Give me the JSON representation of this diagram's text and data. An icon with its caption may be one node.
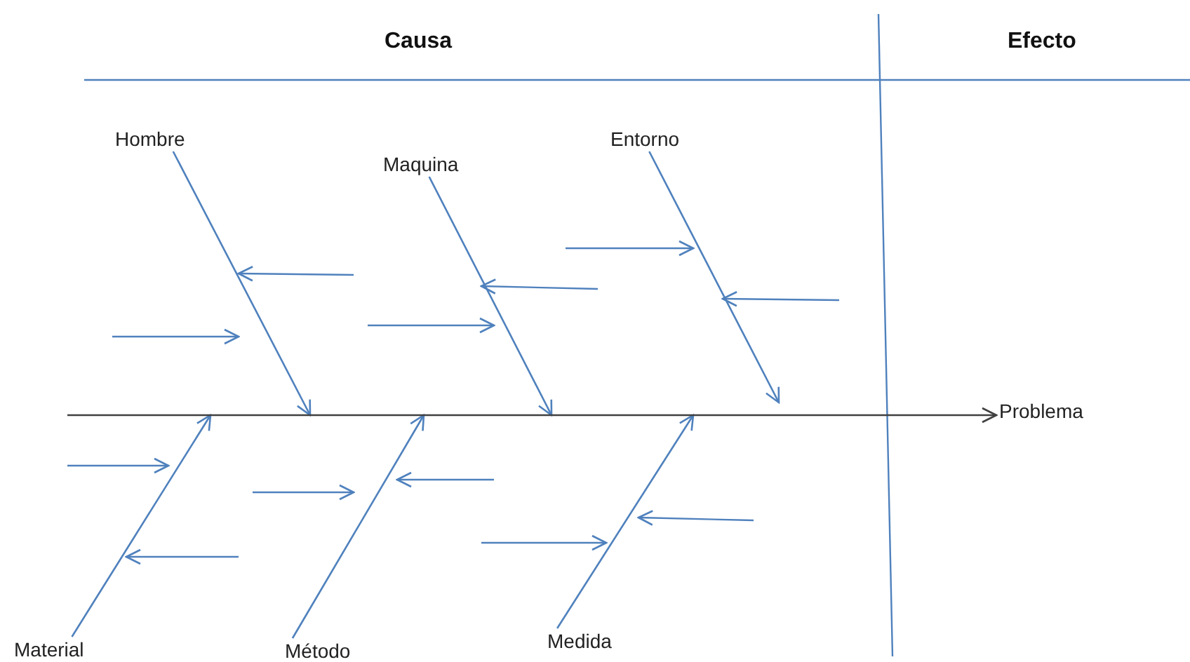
{
  "diagram": {
    "nodes": [
      {
        "text": [
          "Hombre"
        ]
      },
      {
        "text": [
          "Maquina"
        ]
      },
      {
        "text": [
          "Entorno"
        ]
      },
      {
        "text": [
          "Material"
        ]
      },
      {
        "text": [
          "Método"
        ]
      },
      {
        "text": [
          "Medida"
        ]
      },
      {
        "text": [
          "Problema"
        ]
      }
    ],
    "edges": [
      {
        "from": 0,
        "to": null,
        "arrow": "to"
      },
      {
        "from": 1,
        "to": null,
        "arrow": "to"
      },
      {
        "from": 2,
        "to": null,
        "arrow": "to"
      },
      {
        "from": 3,
        "to": null,
        "arrow": "to"
      },
      {
        "from": 4,
        "to": null,
        "arrow": "to"
      },
      {
        "from": 5,
        "to": null,
        "arrow": "to"
      },
      {
        "from": null,
        "to": 6,
        "arrow": "to",
        "color": "#404040"
      }
    ],
    "labels": [
      "Causa",
      "Efecto"
    ]
  }
}
